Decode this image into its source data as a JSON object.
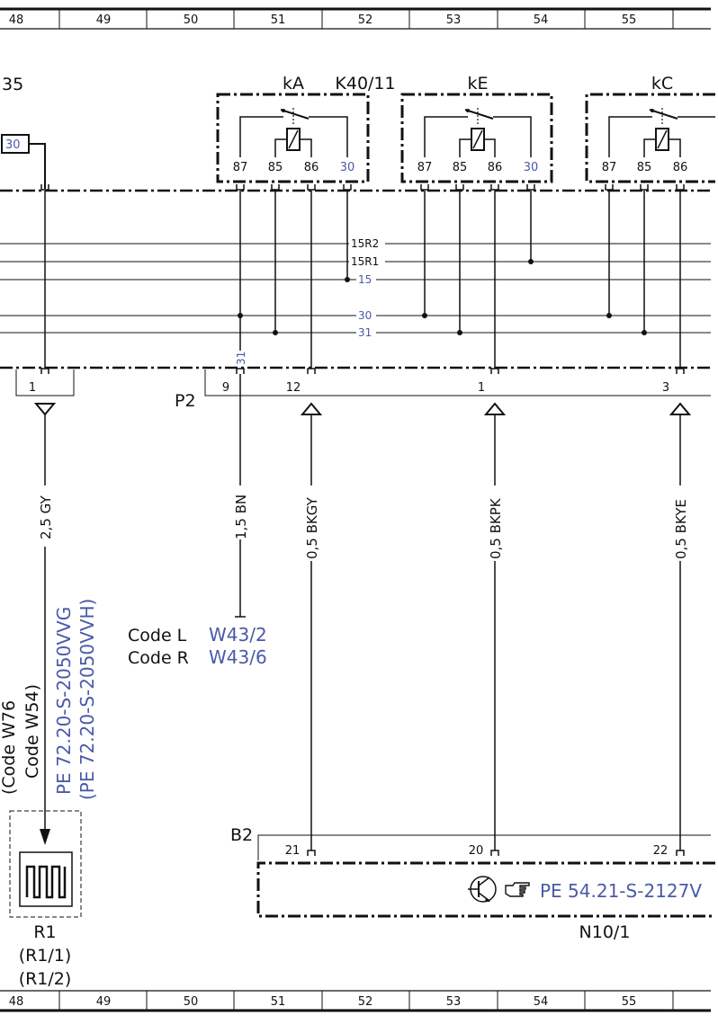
{
  "ruler": {
    "labels": [
      "48",
      "49",
      "50",
      "51",
      "52",
      "53",
      "54",
      "55"
    ]
  },
  "relays": {
    "k4011_label": "K40/11",
    "left_cut_label": "35",
    "left_cut_pin": "30",
    "items": [
      {
        "name": "kA",
        "pins": [
          "87",
          "85",
          "86",
          "30"
        ]
      },
      {
        "name": "kE",
        "pins": [
          "87",
          "85",
          "86",
          "30"
        ]
      },
      {
        "name": "kC",
        "pins": [
          "87",
          "85",
          "86"
        ]
      }
    ]
  },
  "bus": {
    "lines": [
      {
        "label": "15R2",
        "blue": false
      },
      {
        "label": "15R1",
        "blue": false
      },
      {
        "label": "15",
        "blue": true
      },
      {
        "label": "30",
        "blue": true
      },
      {
        "label": "31",
        "blue": true
      }
    ],
    "ground_tag": "31"
  },
  "connector_p2": {
    "label": "P2",
    "pins_left": [
      "1"
    ],
    "pins": [
      "9",
      "12",
      "1",
      "3"
    ]
  },
  "wires": [
    {
      "label": "2,5 GY"
    },
    {
      "label": "1,5 BN"
    },
    {
      "label": "0,5 BKGY"
    },
    {
      "label": "0,5 BKPK"
    },
    {
      "label": "0,5 BKYE"
    }
  ],
  "codes": {
    "code_l": "Code L",
    "code_l_ref": "W43/2",
    "code_r": "Code R",
    "code_r_ref": "W43/6"
  },
  "vertical_notes": {
    "code_w": "(Code W76",
    "code_w54": "Code W54)",
    "pe1": "PE 72.20-S-2050VVG",
    "pe2": "(PE 72.20-S-2050VVH)"
  },
  "component_r1": {
    "label": "R1",
    "sub1": "(R1/1)",
    "sub2": "(R1/2)"
  },
  "component_b2": {
    "label": "B2",
    "pins": [
      "21",
      "20",
      "22"
    ],
    "pe_ref": "PE 54.21-S-2127V",
    "module": "N10/1"
  },
  "icons": {
    "transistor": "transistor-icon",
    "pointer": "pointing-hand-icon",
    "heater": "heater-element-icon"
  }
}
